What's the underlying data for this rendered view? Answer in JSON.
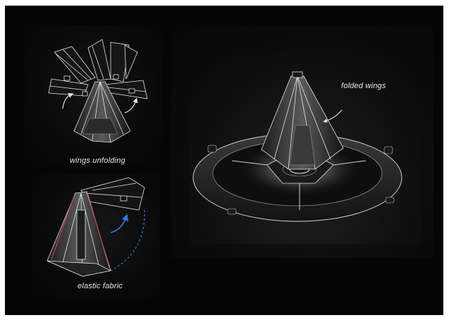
{
  "captions": {
    "wings_unfolding": "wings unfolding",
    "elastic_fabric": "elastic fabric",
    "folded_wings": "folded wings"
  },
  "colors": {
    "background": "#050505",
    "frame": "#ffffff",
    "line_art": "#e6e6e6",
    "fabric_accent": "#c0405a",
    "arrow_blue": "#2f7fd6"
  }
}
